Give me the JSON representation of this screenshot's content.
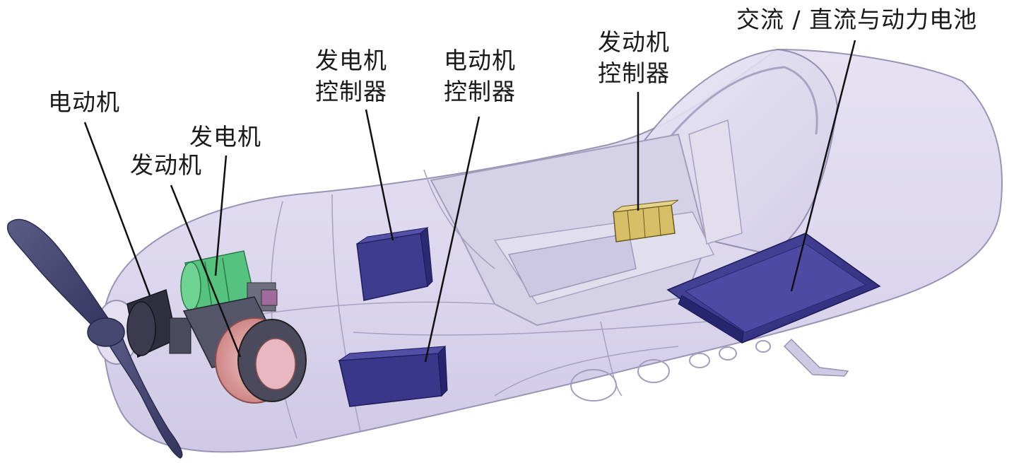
{
  "labels": {
    "motor": "电动机",
    "generator": "发电机",
    "engine": "发动机",
    "generator_controller": [
      "发电机",
      "控制器"
    ],
    "motor_controller": [
      "电动机",
      "控制器"
    ],
    "engine_controller": [
      "发动机",
      "控制器"
    ],
    "battery": "交流 / 直流与动力电池"
  },
  "colors": {
    "fuselage": "#d9d4ec",
    "fuselage_edge": "#9a94b4",
    "component": "#3e3a8c",
    "component_dark": "#26236a",
    "generator": "#4fc07a",
    "engine": "#d98a8a",
    "engine_controller": "#d8c26a",
    "leader": "#111111"
  }
}
